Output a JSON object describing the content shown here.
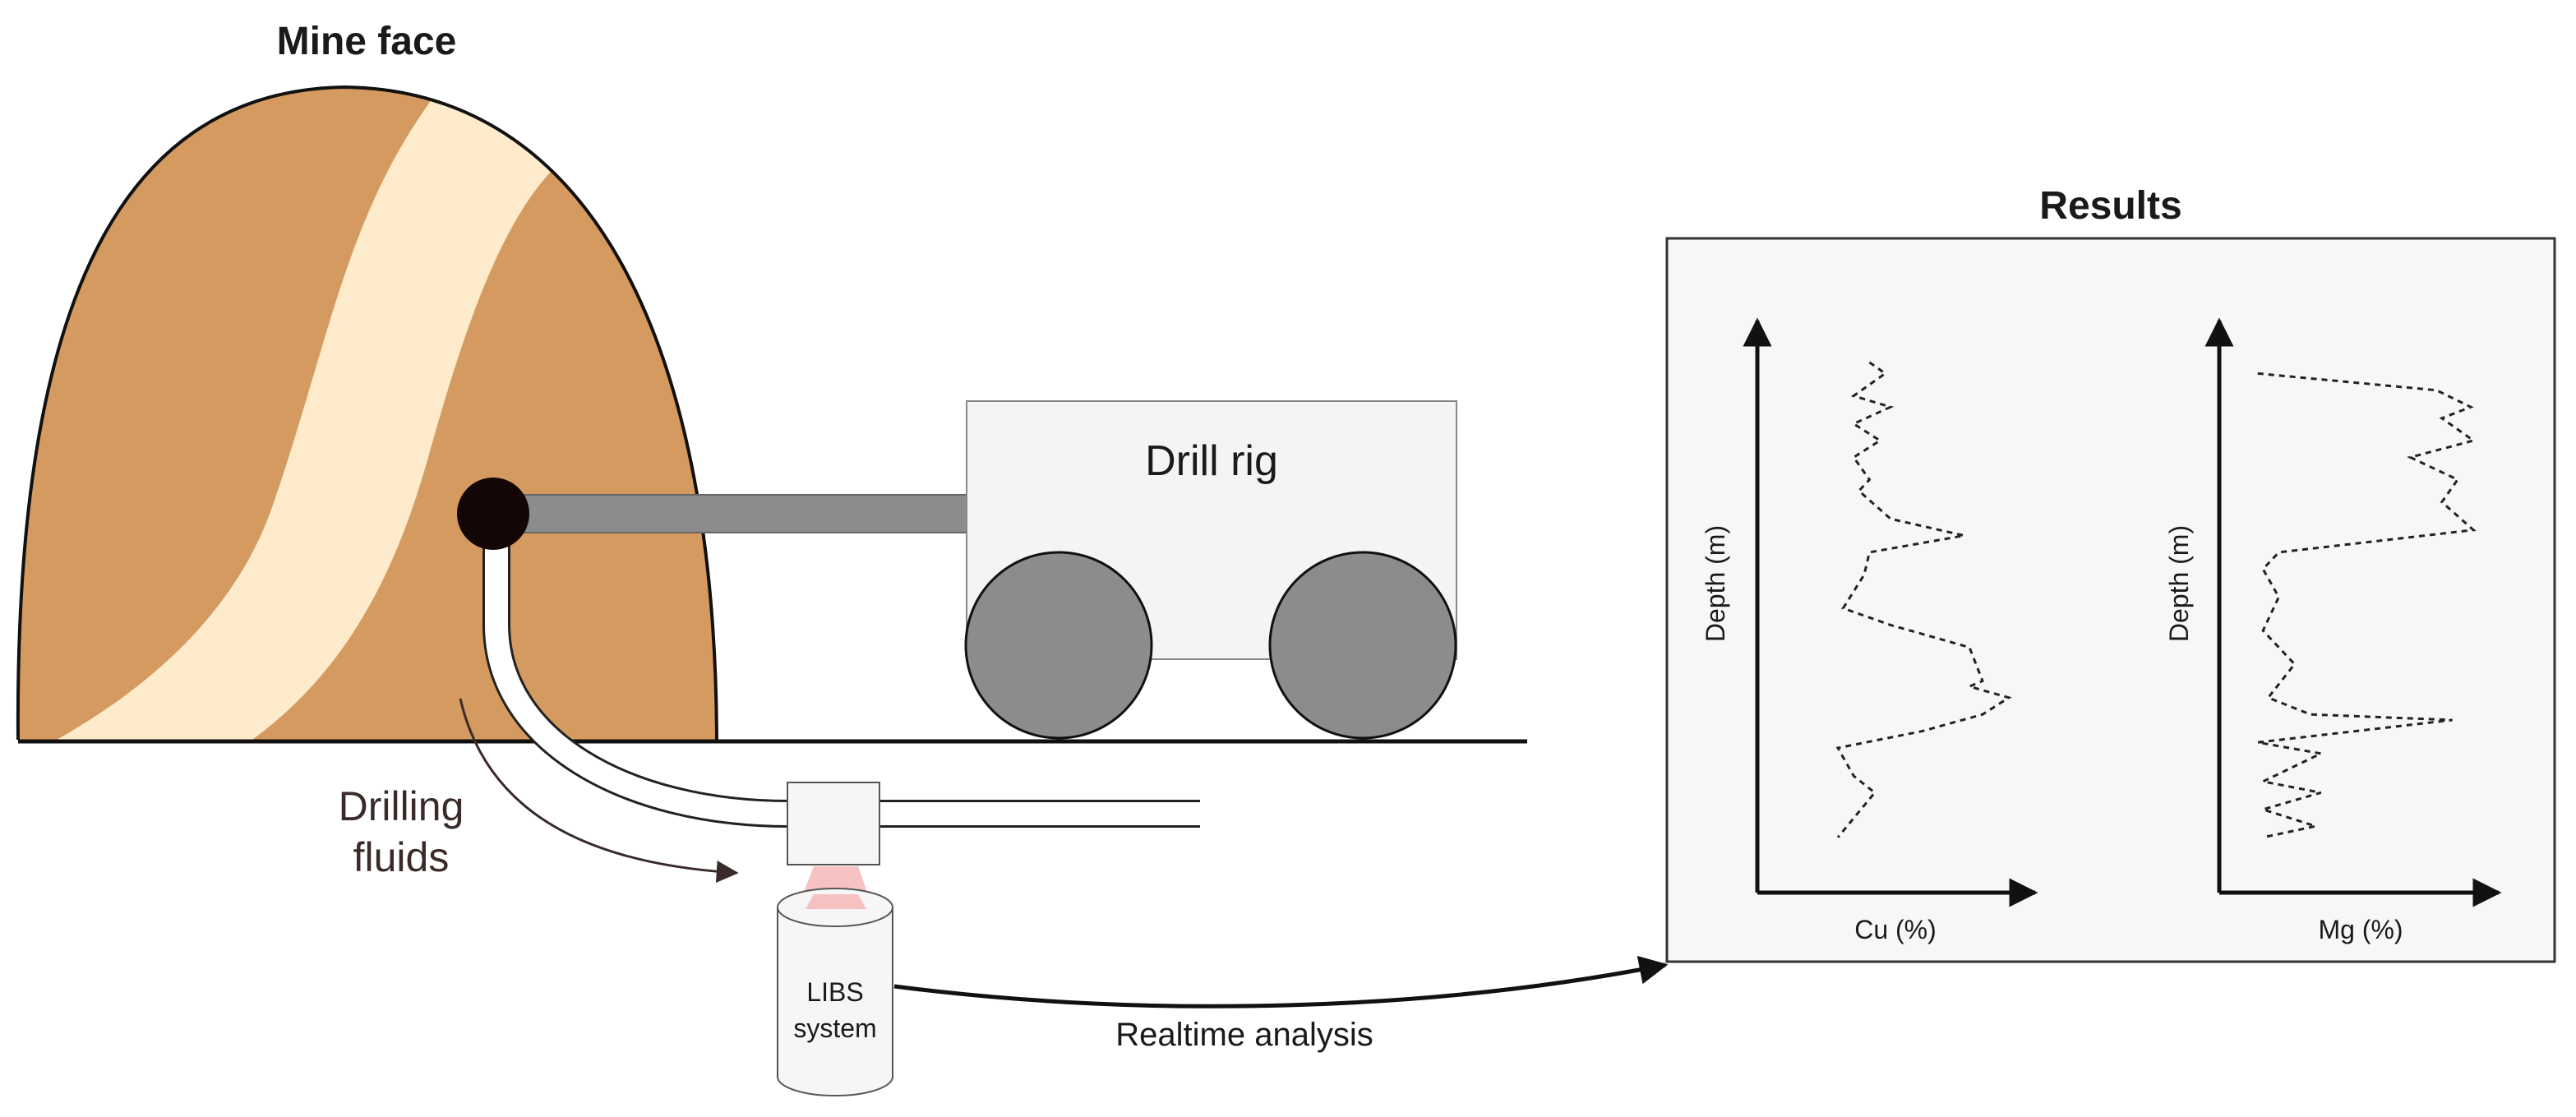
{
  "labels": {
    "mine_face": "Mine face",
    "drill_rig": "Drill rig",
    "drilling_fluids_line1": "Drilling",
    "drilling_fluids_line2": "fluids",
    "libs_line1": "LIBS",
    "libs_line2": "system",
    "realtime": "Realtime analysis",
    "results": "Results"
  },
  "colors": {
    "rock": "#d59a5f",
    "vein": "#fdebcc",
    "machine_body": "#f4f4f4",
    "wheel": "#8c8c8c",
    "boom": "#8c8c8c",
    "laser": "#f6b7b7",
    "panel": "#f7f7f7",
    "ink": "#111111"
  },
  "chart_data": [
    {
      "type": "line",
      "xlabel": "Cu (%)",
      "ylabel": "Depth (m)",
      "profile": [
        [
          0.42,
          0.06
        ],
        [
          0.48,
          0.08
        ],
        [
          0.36,
          0.12
        ],
        [
          0.5,
          0.14
        ],
        [
          0.36,
          0.17
        ],
        [
          0.46,
          0.2
        ],
        [
          0.36,
          0.23
        ],
        [
          0.42,
          0.27
        ],
        [
          0.38,
          0.29
        ],
        [
          0.5,
          0.34
        ],
        [
          0.78,
          0.37
        ],
        [
          0.42,
          0.4
        ],
        [
          0.4,
          0.44
        ],
        [
          0.32,
          0.5
        ],
        [
          0.5,
          0.53
        ],
        [
          0.8,
          0.57
        ],
        [
          0.85,
          0.63
        ],
        [
          0.8,
          0.64
        ],
        [
          0.95,
          0.66
        ],
        [
          0.85,
          0.69
        ],
        [
          0.62,
          0.72
        ],
        [
          0.3,
          0.75
        ],
        [
          0.36,
          0.8
        ],
        [
          0.44,
          0.83
        ],
        [
          0.3,
          0.91
        ]
      ]
    },
    {
      "type": "line",
      "xlabel": "Mg (%)",
      "ylabel": "Depth (m)",
      "profile": [
        [
          0.14,
          0.08
        ],
        [
          0.82,
          0.11
        ],
        [
          0.95,
          0.14
        ],
        [
          0.84,
          0.16
        ],
        [
          0.96,
          0.2
        ],
        [
          0.72,
          0.23
        ],
        [
          0.9,
          0.27
        ],
        [
          0.84,
          0.31
        ],
        [
          0.96,
          0.36
        ],
        [
          0.22,
          0.4
        ],
        [
          0.16,
          0.43
        ],
        [
          0.22,
          0.48
        ],
        [
          0.16,
          0.54
        ],
        [
          0.28,
          0.6
        ],
        [
          0.18,
          0.66
        ],
        [
          0.34,
          0.69
        ],
        [
          0.88,
          0.7
        ],
        [
          0.14,
          0.74
        ],
        [
          0.38,
          0.76
        ],
        [
          0.16,
          0.81
        ],
        [
          0.38,
          0.83
        ],
        [
          0.16,
          0.86
        ],
        [
          0.36,
          0.89
        ],
        [
          0.16,
          0.91
        ]
      ]
    }
  ]
}
